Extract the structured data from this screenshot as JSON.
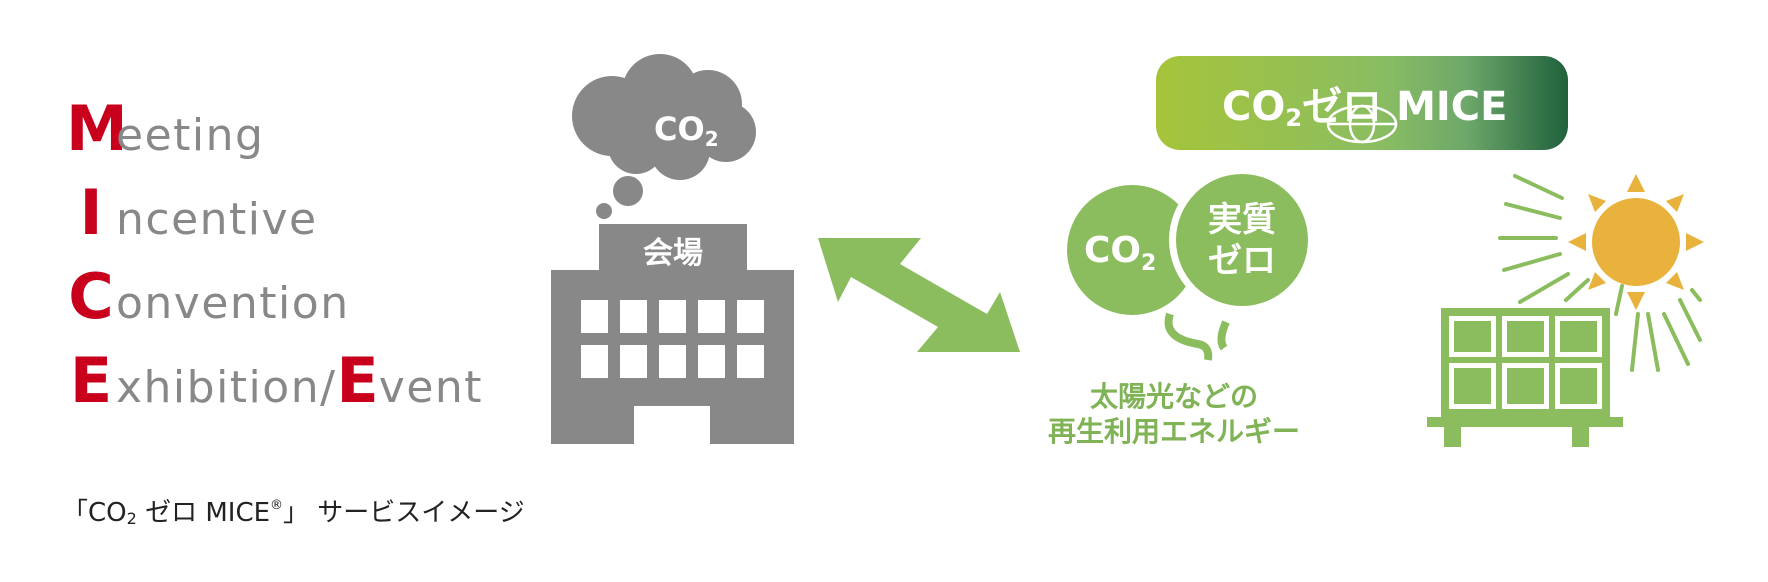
{
  "mice": {
    "meeting": {
      "cap": "M",
      "rest": "eeting"
    },
    "incentive": {
      "cap": "I",
      "rest": "ncentive"
    },
    "convention": {
      "cap": "C",
      "rest": "onvention"
    },
    "exhibition": {
      "cap": "E",
      "rest": "xhibition/",
      "cap2": "E",
      "rest2": "vent"
    }
  },
  "caption": {
    "open": "「CO",
    "sub": "2",
    "middle": " ゼロ MICE",
    "sup": "®",
    "close": "」 サービスイメージ"
  },
  "cloud": {
    "co": "CO",
    "sub": "2"
  },
  "building": {
    "label": "会場"
  },
  "badge": {
    "co": "CO",
    "sub": "2",
    "zero": "ゼロ",
    "mice": "MICE"
  },
  "balloon_left": {
    "co": "CO",
    "sub": "2"
  },
  "balloon_right": {
    "line1": "実質",
    "line2": "ゼロ"
  },
  "energy_caption": {
    "line1": "太陽光などの",
    "line2": "再生利用エネルギー"
  },
  "colors": {
    "red": "#c8001c",
    "gray": "#888888",
    "green": "#8bbd5e",
    "green_dark": "#2c6b3e",
    "sun": "#e8b23c"
  }
}
